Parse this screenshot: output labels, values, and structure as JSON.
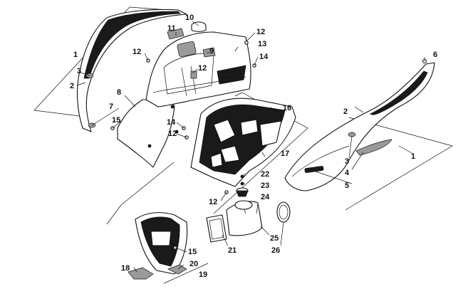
{
  "diagram": {
    "callouts": [
      {
        "id": "c1a",
        "text": "1"
      },
      {
        "id": "c1b",
        "text": "1"
      },
      {
        "id": "c2a",
        "text": "2"
      },
      {
        "id": "c2b",
        "text": "2"
      },
      {
        "id": "c3a",
        "text": "3"
      },
      {
        "id": "c3b",
        "text": "3"
      },
      {
        "id": "c4",
        "text": "4"
      },
      {
        "id": "c5",
        "text": "5"
      },
      {
        "id": "c6",
        "text": "6"
      },
      {
        "id": "c7",
        "text": "7"
      },
      {
        "id": "c8",
        "text": "8"
      },
      {
        "id": "c9",
        "text": "9"
      },
      {
        "id": "c10",
        "text": "10"
      },
      {
        "id": "c11",
        "text": "11"
      },
      {
        "id": "c12a",
        "text": "12"
      },
      {
        "id": "c12b",
        "text": "12"
      },
      {
        "id": "c12c",
        "text": "12"
      },
      {
        "id": "c12d",
        "text": "12"
      },
      {
        "id": "c12e",
        "text": "12"
      },
      {
        "id": "c13",
        "text": "13"
      },
      {
        "id": "c14a",
        "text": "14"
      },
      {
        "id": "c14b",
        "text": "14"
      },
      {
        "id": "c15a",
        "text": "15"
      },
      {
        "id": "c15b",
        "text": "15"
      },
      {
        "id": "c16",
        "text": "16"
      },
      {
        "id": "c17",
        "text": "17"
      },
      {
        "id": "c18",
        "text": "18"
      },
      {
        "id": "c19",
        "text": "19"
      },
      {
        "id": "c20",
        "text": "20"
      },
      {
        "id": "c21",
        "text": "21"
      },
      {
        "id": "c22",
        "text": "22"
      },
      {
        "id": "c23",
        "text": "23"
      },
      {
        "id": "c24",
        "text": "24"
      },
      {
        "id": "c25",
        "text": "25"
      },
      {
        "id": "c26",
        "text": "26"
      }
    ]
  }
}
